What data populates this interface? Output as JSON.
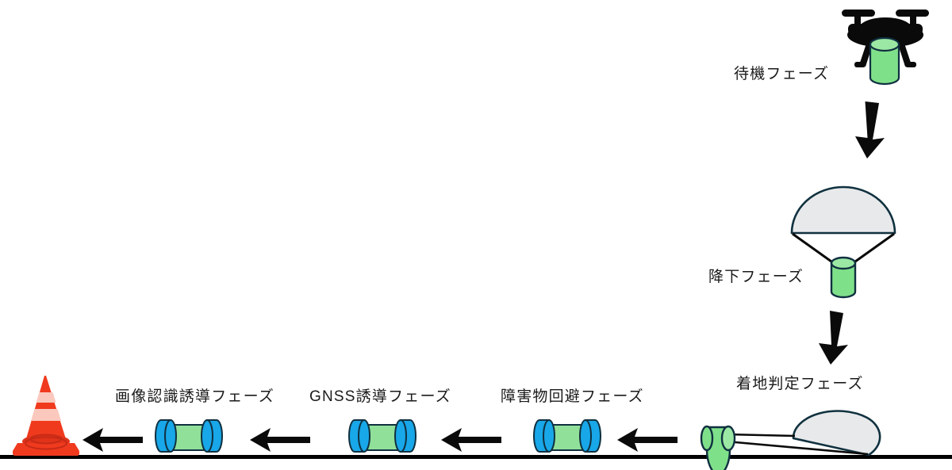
{
  "diagram": {
    "title_text": "",
    "colors": {
      "capsule_green": "#7FE08A",
      "capsule_green_dark": "#103040",
      "wheel_blue": "#18A7E8",
      "parachute_grey": "#E8E9EB",
      "cone_orange": "#F03A1E",
      "cone_stripe": "#FBC8BD",
      "arrow_black": "#0A0A0A",
      "ground_black": "#000000",
      "drone_black": "#0A0A0A",
      "text": "#1a1a1a"
    },
    "phases": [
      {
        "id": "standby",
        "label": "待機フェーズ"
      },
      {
        "id": "descent",
        "label": "降下フェーズ"
      },
      {
        "id": "landing-judgement",
        "label": "着地判定フェーズ"
      },
      {
        "id": "obstacle-avoidance",
        "label": "障害物回避フェーズ"
      },
      {
        "id": "gnss-guidance",
        "label": "GNSS誘導フェーズ"
      },
      {
        "id": "image-recognition",
        "label": "画像認識誘導フェーズ"
      }
    ],
    "icons": {
      "drone": "drone-with-capsule-icon",
      "parachute": "parachute-with-capsule-icon",
      "landed": "landed-capsule-with-deflated-parachute-icon",
      "rover": "wheeled-rover-icon",
      "cone": "traffic-cone-icon",
      "arrow_down": "arrow-down-icon",
      "arrow_left": "arrow-left-icon",
      "ground": "ground-line"
    },
    "flow": {
      "down_arrows": 2,
      "left_arrows": 4,
      "rovers": 3,
      "goal": "traffic-cone"
    }
  }
}
